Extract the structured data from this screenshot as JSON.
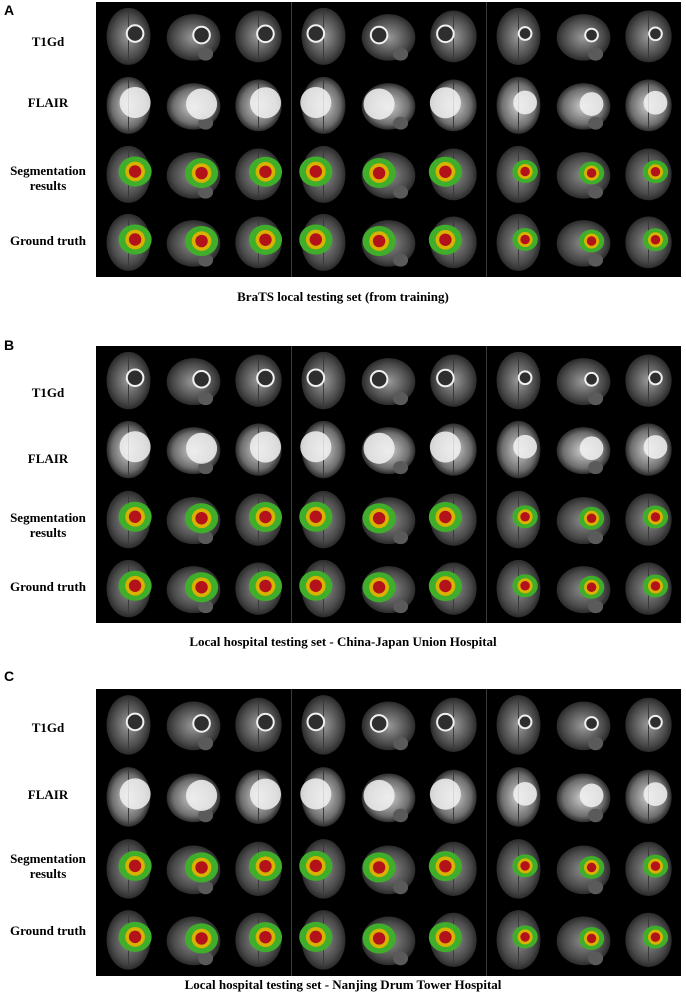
{
  "panels": [
    {
      "letter": "A",
      "caption": "BraTS local testing set (from training)",
      "row_labels": [
        "T1Gd",
        "FLAIR",
        "Segmentation\nresults",
        "Ground truth"
      ],
      "variant": "brats"
    },
    {
      "letter": "B",
      "caption": "Local hospital testing set - China-Japan Union Hospital",
      "row_labels": [
        "T1Gd",
        "FLAIR",
        "Segmentation\nresults",
        "Ground truth"
      ],
      "variant": "cjuh"
    },
    {
      "letter": "C",
      "caption": "Local hospital testing set - Nanjing Drum Tower Hospital",
      "row_labels": [
        "T1Gd",
        "FLAIR",
        "Segmentation\nresults",
        "Ground truth"
      ],
      "variant": "ndth"
    }
  ],
  "colors": {
    "background": "#000000",
    "edema": "#3fae2a",
    "enhancing": "#d9b200",
    "necrotic": "#b3121b"
  }
}
